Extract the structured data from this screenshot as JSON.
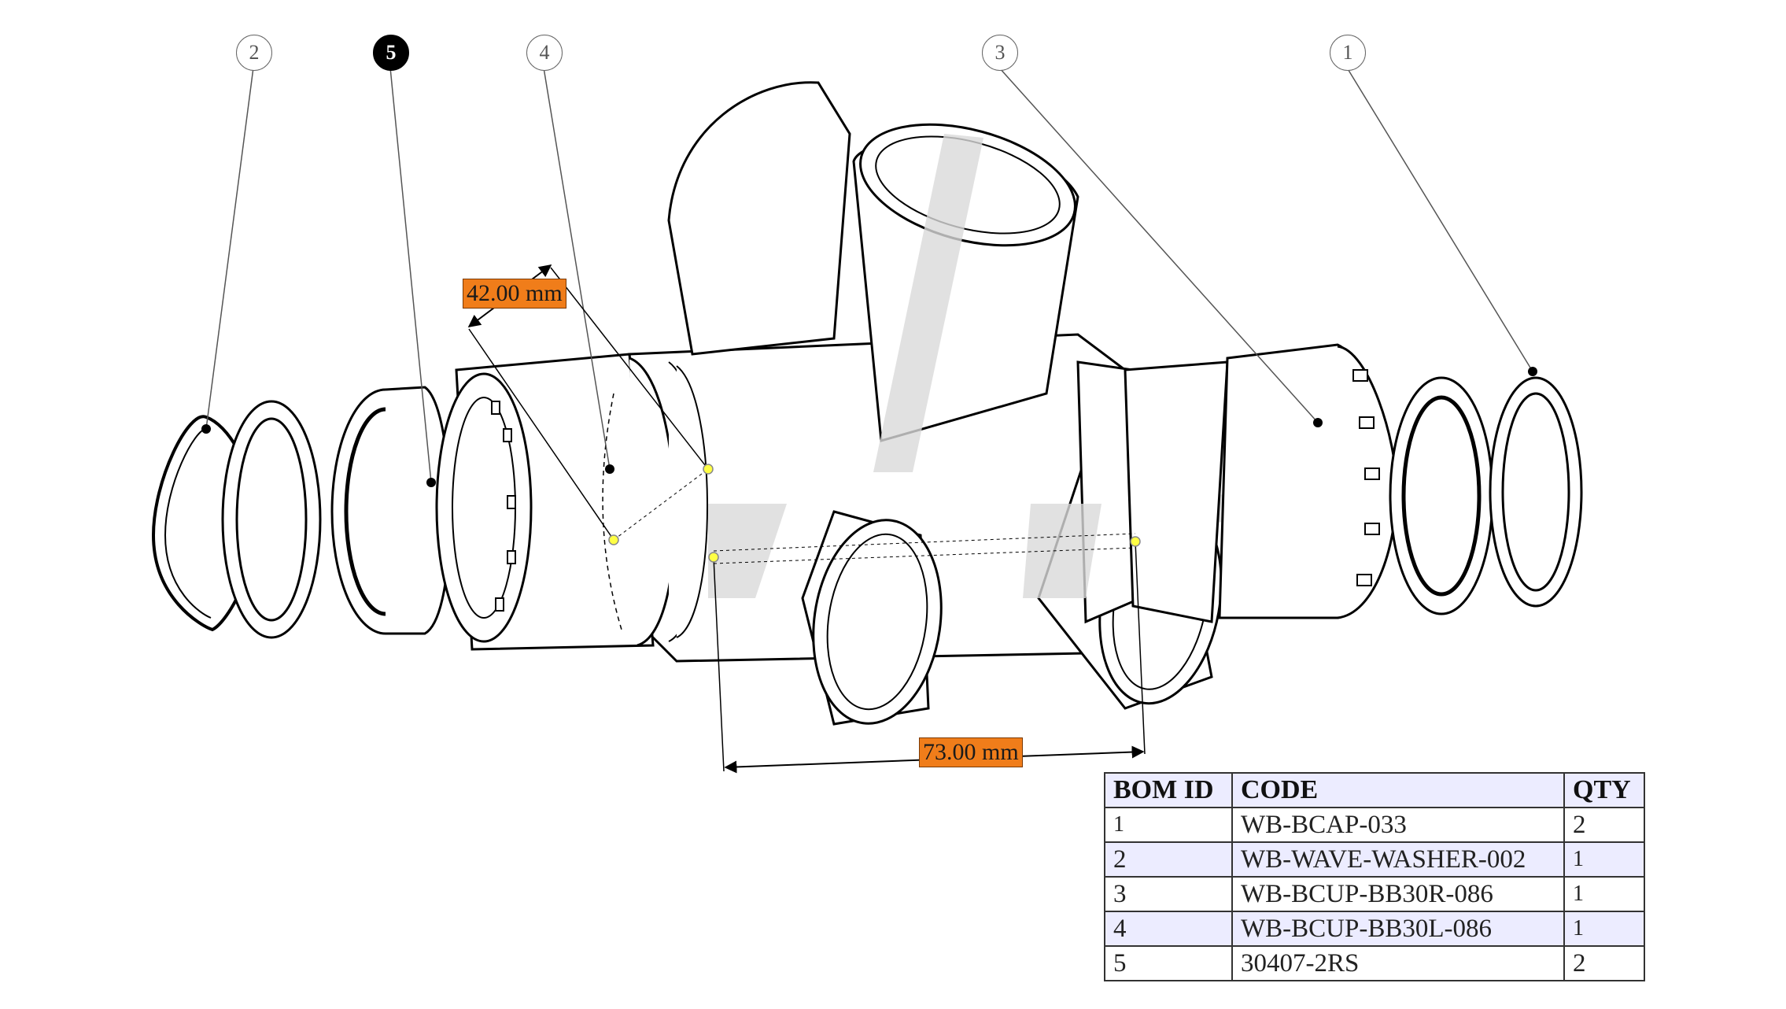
{
  "callouts": [
    {
      "id": "2",
      "active": false
    },
    {
      "id": "5",
      "active": true
    },
    {
      "id": "4",
      "active": false
    },
    {
      "id": "3",
      "active": false
    },
    {
      "id": "1",
      "active": false
    }
  ],
  "dimensions": {
    "diameter_label": "42.00 mm",
    "width_label": "73.00 mm"
  },
  "bom": {
    "headers": [
      "BOM ID",
      "CODE",
      "QTY"
    ],
    "rows": [
      [
        "1",
        "WB-BCAP-033",
        "2"
      ],
      [
        "2",
        "WB-WAVE-WASHER-002",
        "1"
      ],
      [
        "3",
        "WB-BCUP-BB30R-086",
        "1"
      ],
      [
        "4",
        "WB-BCUP-BB30L-086",
        "1"
      ],
      [
        "5",
        "30407-2RS",
        "2"
      ]
    ]
  },
  "colors": {
    "dimension_label_bg": "#f07d1a",
    "bom_header_bg": "#ececff",
    "marker_yellow": "#ffff44",
    "active_callout": "#000000"
  }
}
